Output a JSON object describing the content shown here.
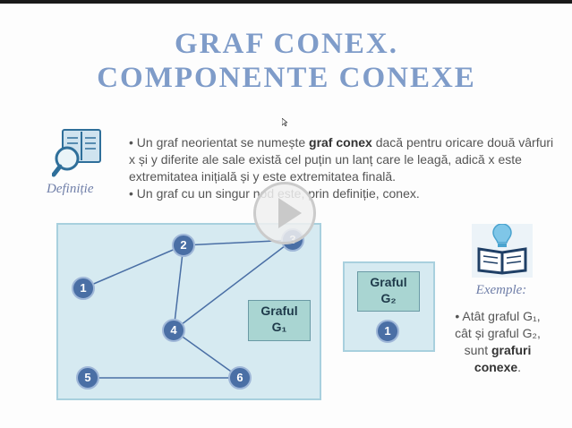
{
  "title": {
    "line1": "GRAF CONEX.",
    "line2": "COMPONENTE CONEXE"
  },
  "definition": {
    "icon": "book-magnifier-icon",
    "label": "Definiție",
    "b1_pre": "• Un graf neorientat se numește ",
    "b1_bold": "graf conex",
    "b1_post": " dacă pentru oricare două vârfuri x și y diferite ale sale există cel puțin un lanț care le leagă, adică x este extremitatea inițială și y este extremitatea finală.",
    "b2": "• Un graf cu un singur nod este, prin definiție, conex."
  },
  "graph1": {
    "label_line1": "Graful",
    "label_line2": "G₁",
    "nodes": [
      "1",
      "2",
      "3",
      "4",
      "5",
      "6"
    ]
  },
  "graph2": {
    "label_line1": "Graful",
    "label_line2": "G₂",
    "nodes": [
      "1"
    ]
  },
  "examples": {
    "icon": "lightbulb-book-icon",
    "label": "Exemple:",
    "t_pre": "• Atât graful G₁, cât și graful G₂, sunt ",
    "t_bold": "grafuri conexe",
    "t_post": "."
  },
  "video": {
    "icon": "play-icon"
  },
  "colors": {
    "title": "#7f9cc9",
    "node": "#4a6fa5",
    "box": "#d6eaf1",
    "label_box": "#a9d5d2"
  }
}
